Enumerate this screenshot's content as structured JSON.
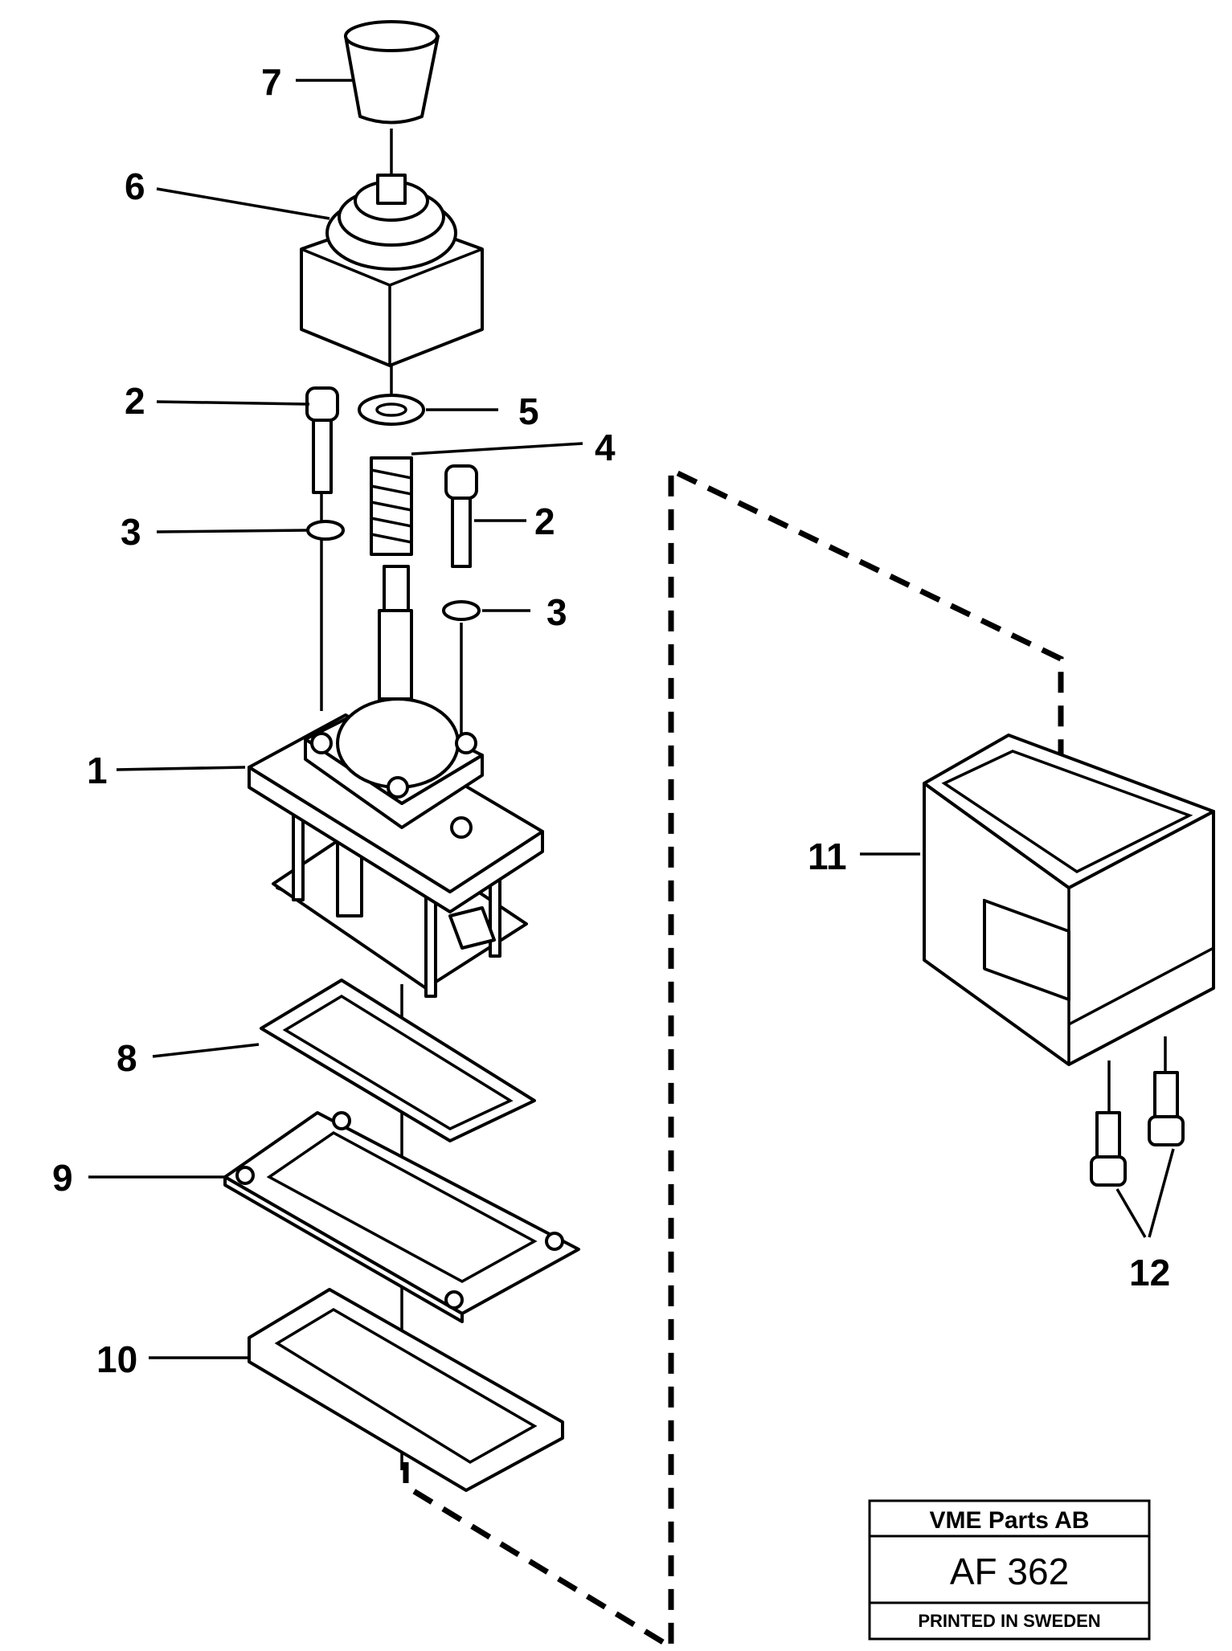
{
  "callouts": {
    "c1": "1",
    "c2a": "2",
    "c2b": "2",
    "c3a": "3",
    "c3b": "3",
    "c4": "4",
    "c5": "5",
    "c6": "6",
    "c7": "7",
    "c8": "8",
    "c9": "9",
    "c10": "10",
    "c11": "11",
    "c12": "12"
  },
  "title_block": {
    "company": "VME Parts AB",
    "drawing_number": "AF 362",
    "printed": "PRINTED IN SWEDEN"
  }
}
